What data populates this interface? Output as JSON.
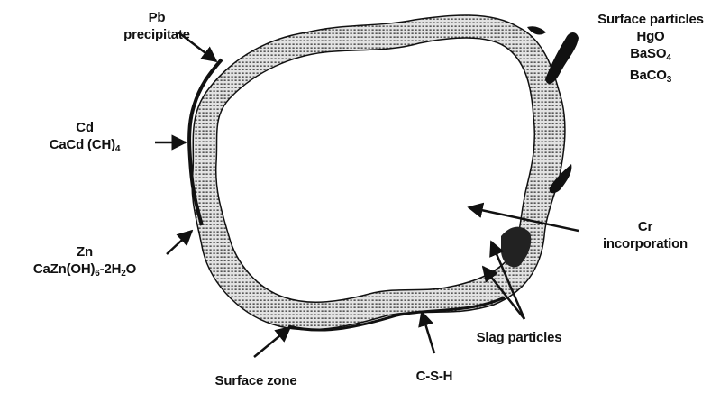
{
  "labels": {
    "pb": [
      "Pb",
      "precipitate"
    ],
    "cd": [
      "Cd",
      "CaCd (CH)",
      "4"
    ],
    "zn": [
      "Zn",
      "CaZn(OH)",
      "6",
      "-2H",
      "2",
      "O"
    ],
    "surface_particles": [
      "Surface particles",
      "HgO",
      "BaSO",
      "4",
      "BaCO",
      "3"
    ],
    "cr": [
      "Cr",
      "incorporation"
    ],
    "slag": "Slag particles",
    "csh": "C-S-H",
    "surface_zone": "Surface zone"
  },
  "colors": {
    "ink": "#111111",
    "shell_fill": "#d6d6d6",
    "background": "#ffffff"
  }
}
